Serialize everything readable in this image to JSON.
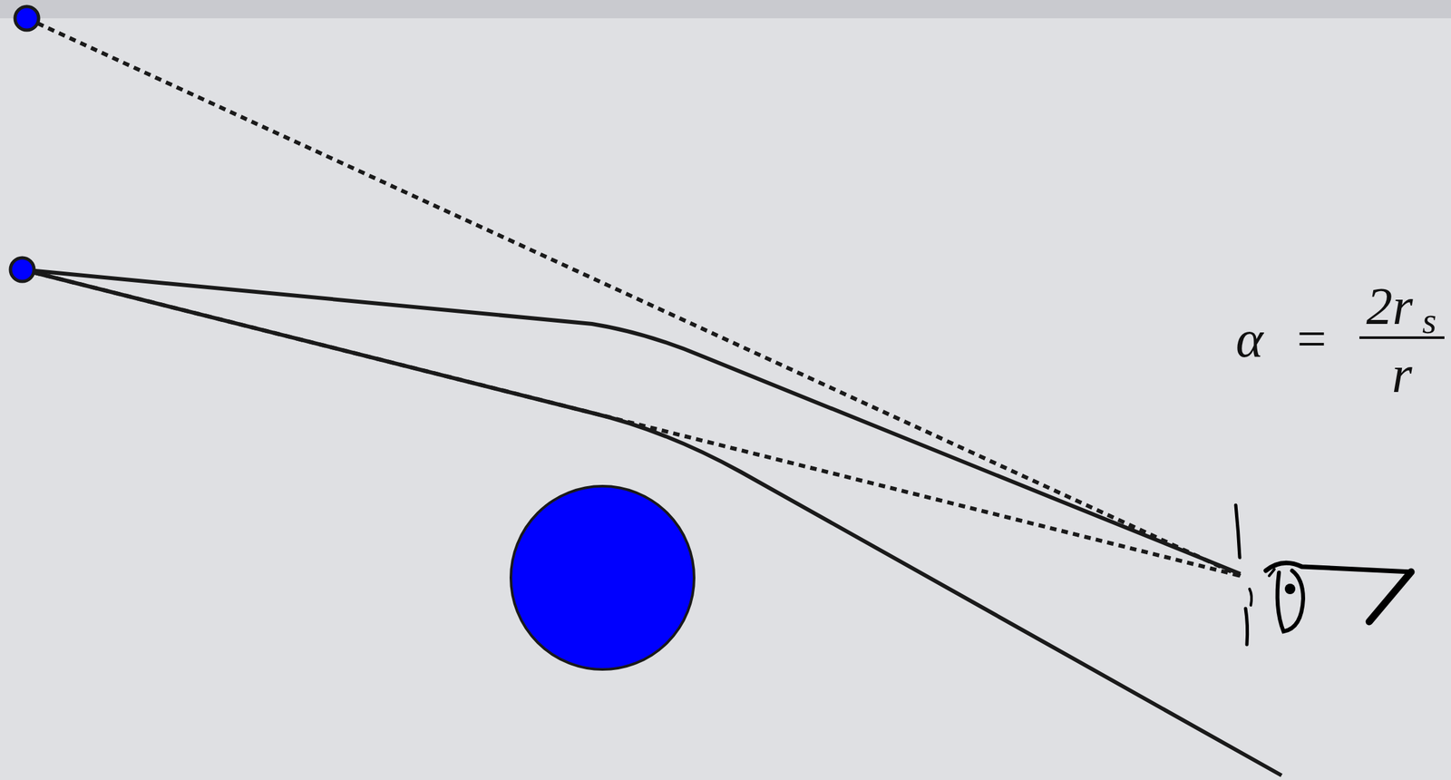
{
  "diagram": {
    "labels": [
      "α",
      "=",
      "2r",
      "s",
      "r"
    ]
  }
}
